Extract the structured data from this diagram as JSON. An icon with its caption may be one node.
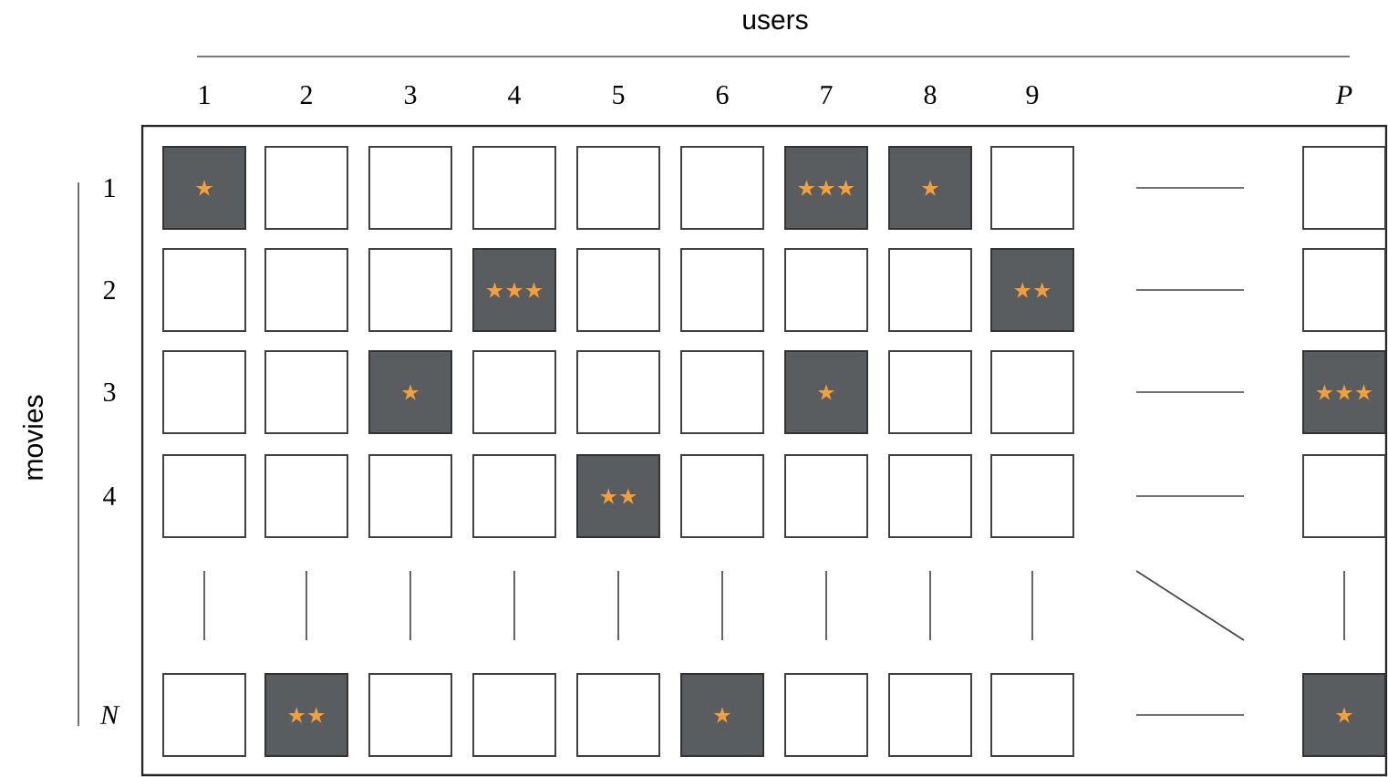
{
  "diagram": {
    "nodes": [
      {
        "text": [
          "★"
        ]
      },
      {
        "text": [],
        "shape": "box"
      },
      {
        "text": [],
        "shape": "box"
      },
      {
        "text": [],
        "shape": "box"
      },
      {
        "text": [],
        "shape": "box"
      },
      {
        "text": [],
        "shape": "box"
      },
      {
        "text": [
          "★★★"
        ]
      },
      {
        "text": [
          "★"
        ]
      },
      {
        "text": [],
        "shape": "box"
      },
      {
        "text": [],
        "shape": "box"
      },
      {
        "text": [],
        "shape": "box"
      },
      {
        "text": [],
        "shape": "box"
      },
      {
        "text": [],
        "shape": "box"
      },
      {
        "text": [
          "★★★"
        ]
      },
      {
        "text": [],
        "shape": "box"
      },
      {
        "text": [],
        "shape": "box"
      },
      {
        "text": [],
        "shape": "box"
      },
      {
        "text": [],
        "shape": "box"
      },
      {
        "text": [
          "★★"
        ]
      },
      {
        "text": [],
        "shape": "box"
      },
      {
        "text": [],
        "shape": "box"
      },
      {
        "text": [],
        "shape": "box"
      },
      {
        "text": [
          "★"
        ]
      },
      {
        "text": [],
        "shape": "box"
      },
      {
        "text": [],
        "shape": "box"
      },
      {
        "text": [],
        "shape": "box"
      },
      {
        "text": [
          "★"
        ]
      },
      {
        "text": [],
        "shape": "box"
      },
      {
        "text": [],
        "shape": "box"
      },
      {
        "text": [
          "★★★"
        ]
      },
      {
        "text": [],
        "shape": "box"
      },
      {
        "text": [],
        "shape": "box"
      },
      {
        "text": [],
        "shape": "box"
      },
      {
        "text": [],
        "shape": "box"
      },
      {
        "text": [
          "★★"
        ]
      },
      {
        "text": [],
        "shape": "box"
      },
      {
        "text": [],
        "shape": "box"
      },
      {
        "text": [],
        "shape": "box"
      },
      {
        "text": [],
        "shape": "box"
      },
      {
        "text": [],
        "shape": "box"
      },
      {
        "text": [],
        "shape": "box"
      },
      {
        "text": [
          "★★"
        ]
      },
      {
        "text": [],
        "shape": "box"
      },
      {
        "text": [],
        "shape": "box"
      },
      {
        "text": [],
        "shape": "box"
      },
      {
        "text": [
          "★"
        ]
      },
      {
        "text": [],
        "shape": "box"
      },
      {
        "text": [],
        "shape": "box"
      },
      {
        "text": [],
        "shape": "box"
      },
      {
        "text": [
          "★"
        ]
      }
    ],
    "labels": [
      "users",
      "1",
      "2",
      "3",
      "4",
      "5",
      "6",
      "7",
      "8",
      "9",
      "P",
      "movies",
      "1",
      "2",
      "3",
      "4",
      "N"
    ]
  }
}
